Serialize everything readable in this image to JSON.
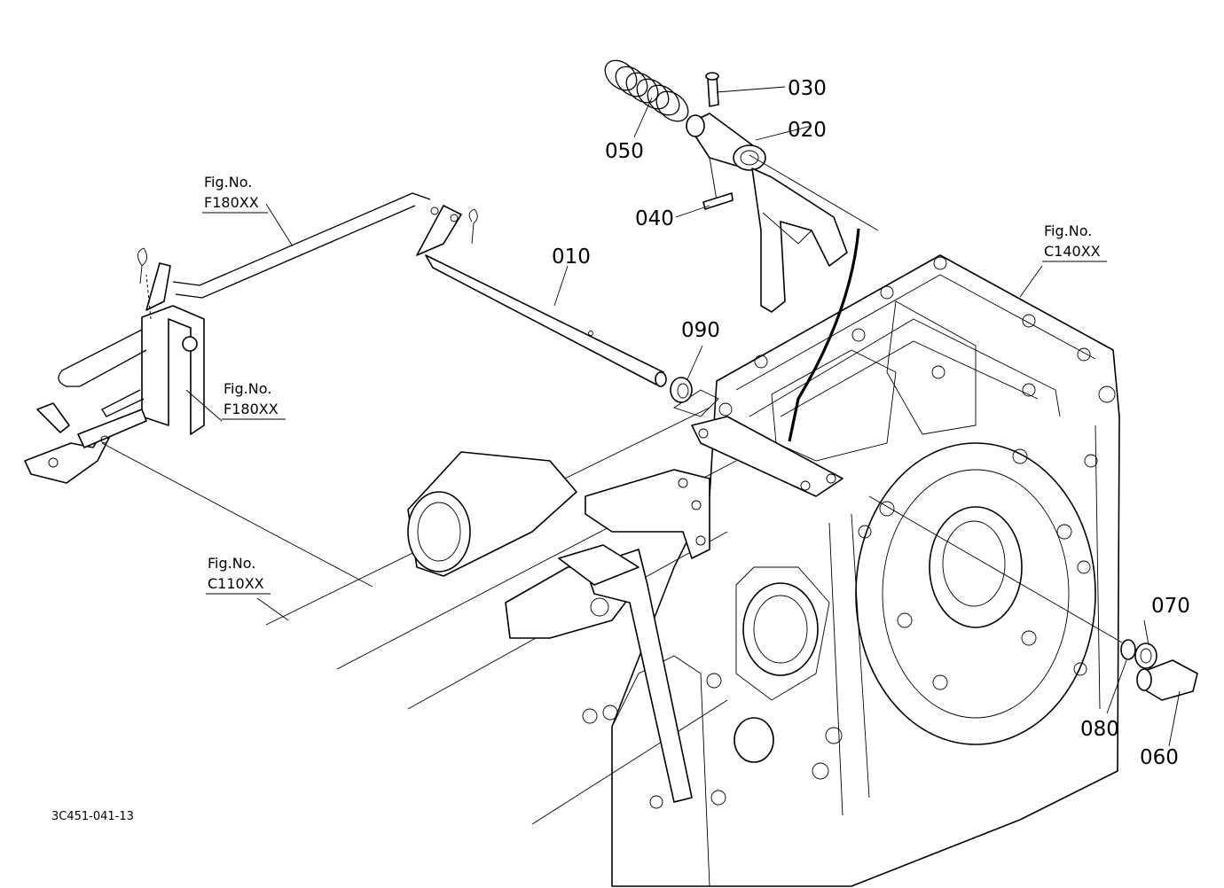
{
  "diagram": {
    "code": "3C451-041-13",
    "parts": [
      {
        "id": "p010",
        "label": "010"
      },
      {
        "id": "p020",
        "label": "020"
      },
      {
        "id": "p030",
        "label": "030"
      },
      {
        "id": "p040",
        "label": "040"
      },
      {
        "id": "p050",
        "label": "050"
      },
      {
        "id": "p060",
        "label": "060"
      },
      {
        "id": "p070",
        "label": "070"
      },
      {
        "id": "p080",
        "label": "080"
      },
      {
        "id": "p090",
        "label": "090"
      }
    ],
    "fig_refs": [
      {
        "prefix": "Fig.No.",
        "number": "F180XX"
      },
      {
        "prefix": "Fig.No.",
        "number": "F180XX"
      },
      {
        "prefix": "Fig.No.",
        "number": "C140XX"
      },
      {
        "prefix": "Fig.No.",
        "number": "C110XX"
      }
    ]
  },
  "colors": {
    "ink": "#000000",
    "paper": "#ffffff"
  }
}
